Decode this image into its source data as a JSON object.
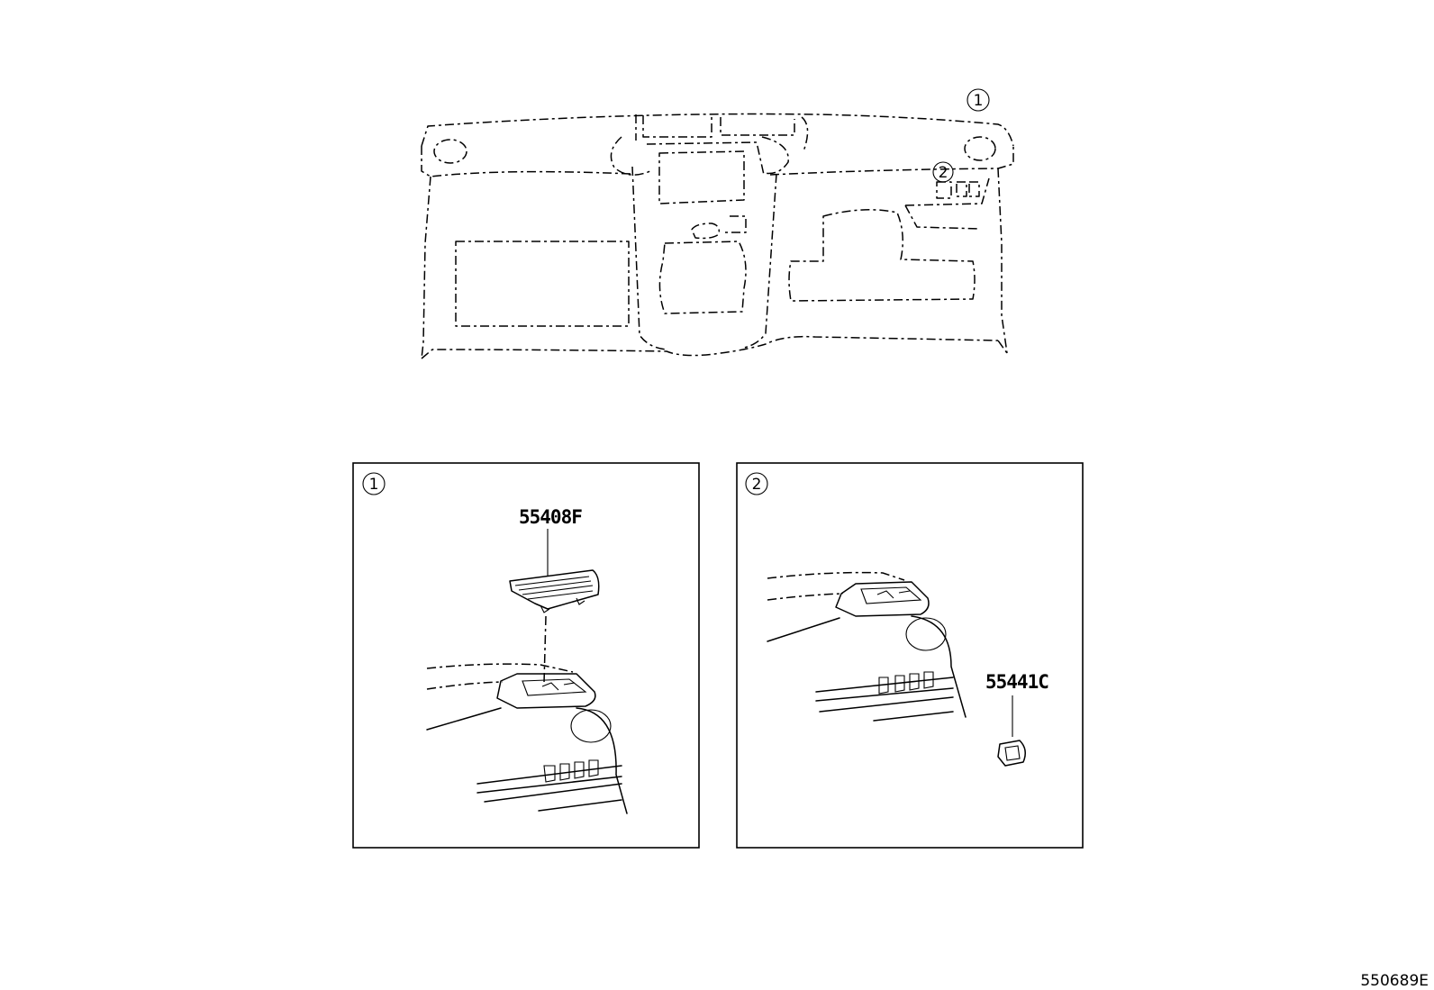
{
  "overview": {
    "callout_1": "1",
    "callout_2": "2"
  },
  "detail_1": {
    "callout": "1",
    "part_number": "55408F"
  },
  "detail_2": {
    "callout": "2",
    "part_number": "55441C"
  },
  "figure_id": "550689E"
}
